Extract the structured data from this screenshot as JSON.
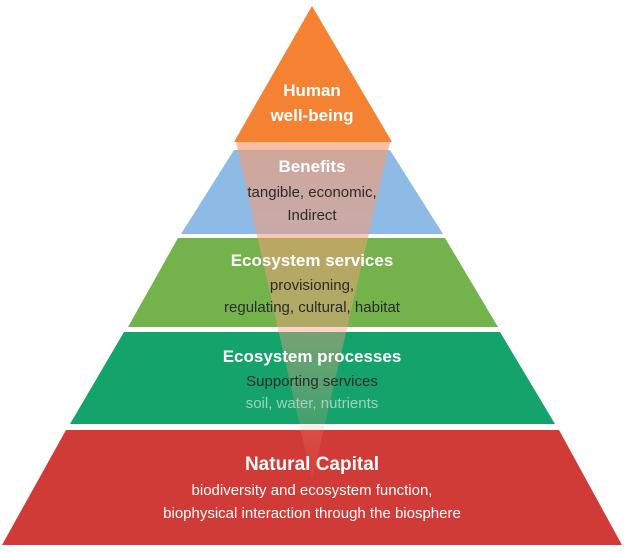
{
  "tiers": {
    "human": {
      "title_line1": "Human",
      "title_line2": "well-being",
      "color": "#f58232"
    },
    "benefits": {
      "title": "Benefits",
      "line1": "tangible, economic,",
      "line2": "Indirect",
      "color": "#8ebbe6"
    },
    "services": {
      "title": "Ecosystem services",
      "line1": "provisioning,",
      "line2": "regulating, cultural, habitat",
      "color": "#74b34b"
    },
    "processes": {
      "title": "Ecosystem processes",
      "line1": "Supporting services",
      "line2": "soil, water, nutrients",
      "color": "#14a36a"
    },
    "capital": {
      "title": "Natural Capital",
      "line1": "biodiversity and ecosystem function,",
      "line2": "biophysical interaction through the biosphere",
      "color": "#d13b37"
    }
  },
  "funnel_color": "#f4a082"
}
